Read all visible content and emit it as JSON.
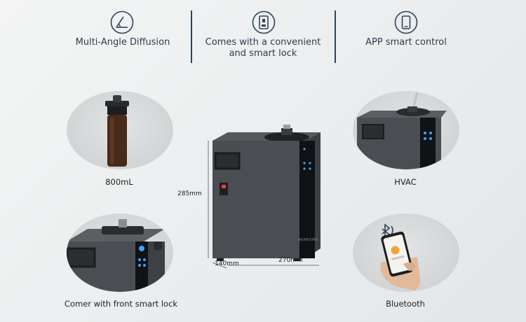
{
  "features": [
    {
      "icon": "angle-diffusion-icon",
      "label": "Multi-Angle Diffusion"
    },
    {
      "icon": "smart-lock-icon",
      "label": "Comes with a convenient\nand smart lock"
    },
    {
      "icon": "smartphone-icon",
      "label": "APP smart control"
    }
  ],
  "captions": {
    "bottle": "800mL",
    "hvac": "HVAC",
    "lock": "Comer with front smart lock",
    "bluetooth": "Bluetooth"
  },
  "dimensions": {
    "height": "285mm",
    "depth": "140mm",
    "width": "270mm"
  },
  "brand_mark": "ARAROMA",
  "colors": {
    "accent": "#2f4458",
    "device_body": "#4a4d51",
    "panel": "#0f1114",
    "led_blue": "#3aa3ff"
  }
}
